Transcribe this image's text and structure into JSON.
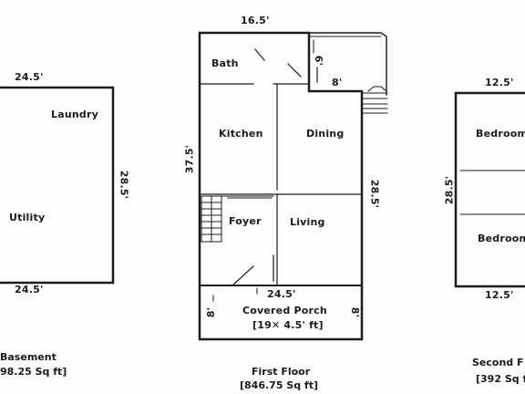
{
  "basement": {
    "top_width": "24.5'",
    "bottom_width": "24.5'",
    "side_depth": "28.5'",
    "rooms": {
      "laundry": "Laundry",
      "utility": "Utility"
    },
    "caption": {
      "name": "Basement",
      "area": "98.25 Sq ft]"
    }
  },
  "first_floor": {
    "top_width": "16.5'",
    "left_depth": "37.5'",
    "right_depth": "28.5'",
    "porch_width": "24.5'",
    "porch_left": "8'",
    "porch_right": "8'",
    "notch_width": "8'",
    "notch_depth": "6'",
    "rooms": {
      "bath": "Bath",
      "kitchen": "Kitchen",
      "dining": "Dining",
      "foyer": "Foyer",
      "living": "Living",
      "porch": "Covered Porch",
      "porch_area": "[19✕ 4.5' ft]"
    },
    "caption": {
      "name": "First Floor",
      "area": "[846.75 Sq ft]"
    }
  },
  "second_floor": {
    "top_width": "12.5'",
    "bottom_width": "12.5'",
    "side_depth": "28.5'",
    "rooms": {
      "bedroom_top": "Bedroom",
      "bedroom_bottom": "Bedroom"
    },
    "caption": {
      "name": "Second F",
      "area": "[392 Sq f"
    }
  }
}
